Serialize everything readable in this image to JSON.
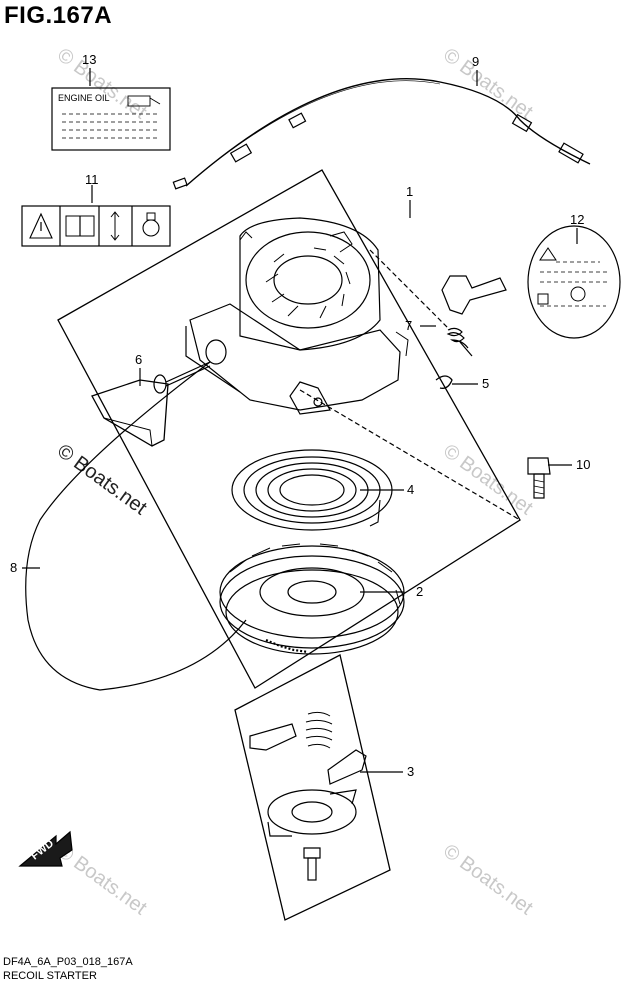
{
  "figure": {
    "title": "FIG.167A",
    "code": "DF4A_6A_P03_018_167A",
    "caption": "RECOIL STARTER"
  },
  "callouts": [
    "1",
    "2",
    "3",
    "4",
    "5",
    "6",
    "7",
    "8",
    "9",
    "10",
    "11",
    "12",
    "13"
  ],
  "labels": {
    "engine_oil": "ENGINE OIL",
    "fwd": "FWD"
  },
  "watermark": "© Boats.net"
}
